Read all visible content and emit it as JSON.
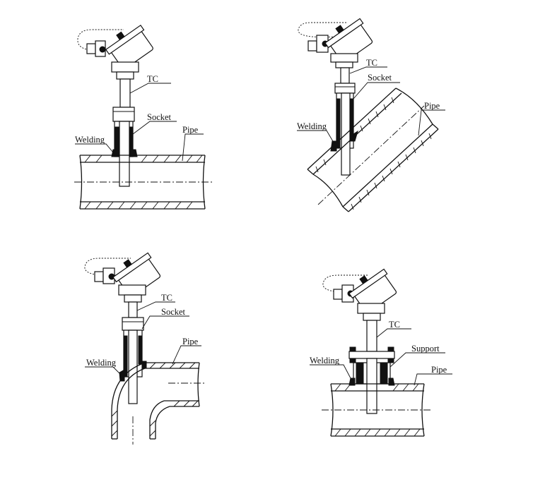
{
  "labels": {
    "tc": "TC",
    "socket": "Socket",
    "pipe": "Pipe",
    "welding": "Welding",
    "support": "Support"
  }
}
